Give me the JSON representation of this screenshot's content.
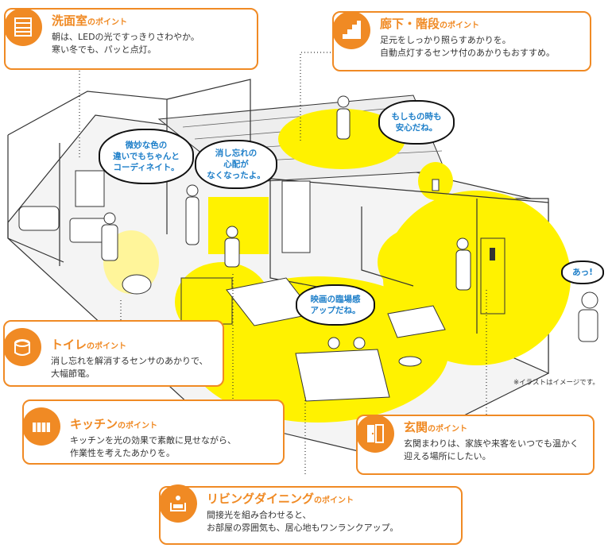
{
  "cards": {
    "washroom": {
      "title": "洗面室",
      "suffix": "のポイント",
      "lines": [
        "朝は、LEDの光ですっきりさわやか。",
        "寒い冬でも、パッと点灯。"
      ],
      "icon": "window-blind-icon"
    },
    "hallway": {
      "title": "廊下・階段",
      "suffix": "のポイント",
      "lines": [
        "足元をしっかり照らすあかりを。",
        "自動点灯するセンサ付のあかりもおすすめ。"
      ],
      "icon": "stairs-icon"
    },
    "toilet": {
      "title": "トイレ",
      "suffix": "のポイント",
      "lines": [
        "消し忘れを解消するセンサのあかりで、",
        "大幅節電。"
      ],
      "icon": "toilet-paper-icon"
    },
    "kitchen": {
      "title": "キッチン",
      "suffix": "のポイント",
      "lines": [
        "キッチンを光の効果で素敵に見せながら、",
        "作業性を考えたあかりを。"
      ],
      "icon": "kitchen-utensils-icon"
    },
    "entrance": {
      "title": "玄関",
      "suffix": "のポイント",
      "lines": [
        "玄関まわりは、家族や来客をいつでも温かく",
        "迎える場所にしたい。"
      ],
      "icon": "front-door-icon"
    },
    "living": {
      "title": "リビングダイニング",
      "suffix": "のポイント",
      "lines": [
        "間接光を組み合わせると、",
        "お部屋の雰囲気も、居心地もワンランクアップ。"
      ],
      "icon": "armchair-person-icon"
    }
  },
  "bubbles": {
    "color_diff": "微妙な色の\n違いでもちゃんと\nコーディネイト。",
    "forgot": "消し忘れの\n心配が\nなくなったよ。",
    "emergency": "もしもの時も\n安心だね。",
    "movie": "映画の臨場感\nアップだね。",
    "ah": "あっ!"
  },
  "note": "※イラストはイメージです。",
  "colors": {
    "accent": "#f08a24",
    "light": "#fff200",
    "bubble_text": "#1e7fc9",
    "line": "#333333"
  }
}
